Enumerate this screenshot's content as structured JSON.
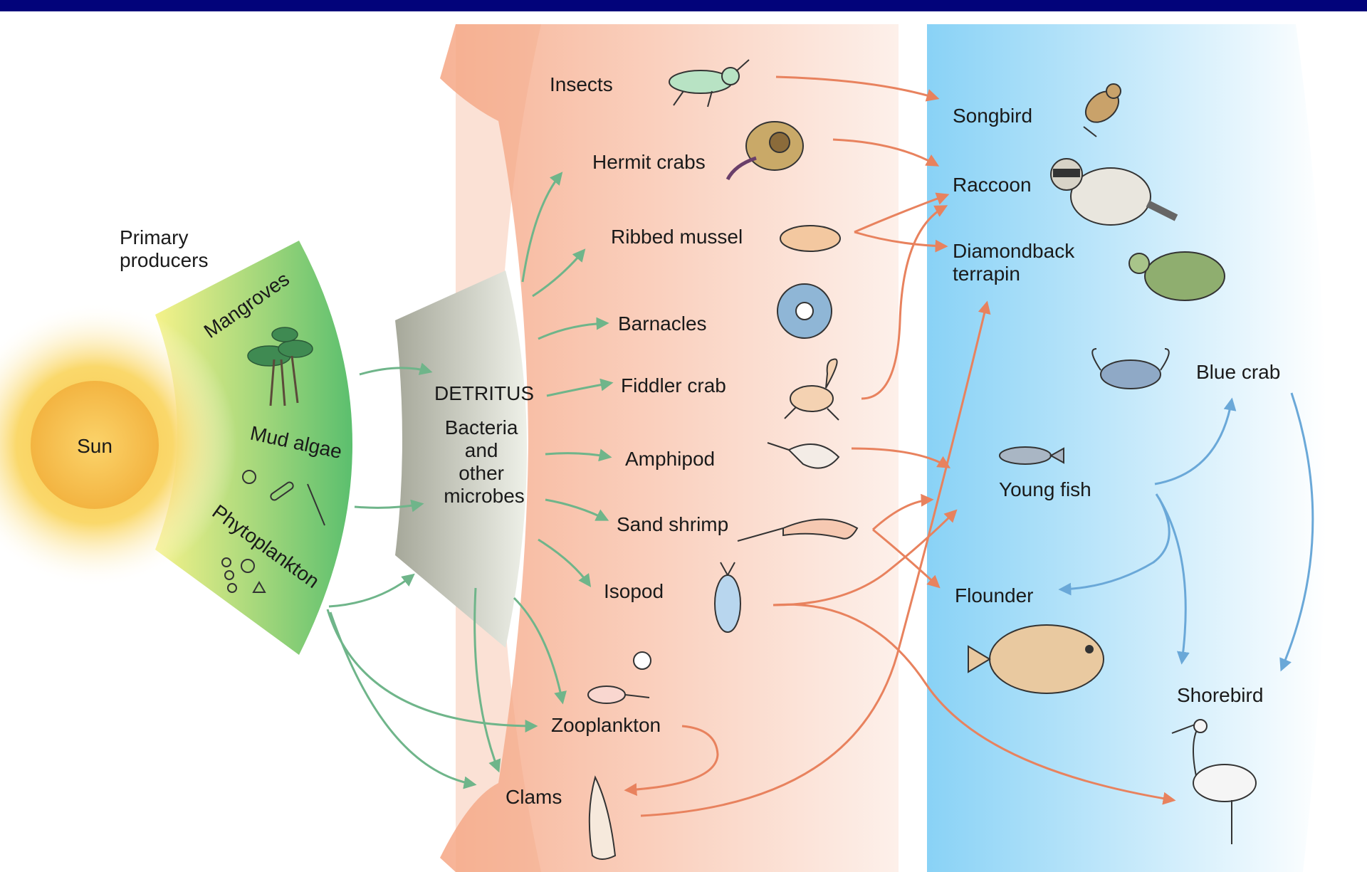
{
  "colors": {
    "top_bar": "#02037a",
    "producer_band": "#7dc77f",
    "detritus_band": "#c8c9bd",
    "consumer_band": "#f7b89a",
    "predator_band": "#8fd3f5",
    "green_arrow": "#6fb58a",
    "orange_arrow": "#e8825e",
    "blue_arrow": "#6aa8d8"
  },
  "labels": {
    "primary_producers": [
      "Primary",
      "producers"
    ],
    "sun": "Sun",
    "mangroves": "Mangroves",
    "mud_algae": "Mud algae",
    "phytoplankton": "Phytoplankton",
    "detritus": "DETRITUS",
    "microbes": [
      "Bacteria",
      "and",
      "other",
      "microbes"
    ],
    "insects": "Insects",
    "hermit_crabs": "Hermit crabs",
    "ribbed_mussel": "Ribbed mussel",
    "barnacles": "Barnacles",
    "fiddler_crab": "Fiddler crab",
    "amphipod": "Amphipod",
    "sand_shrimp": "Sand shrimp",
    "isopod": "Isopod",
    "zooplankton": "Zooplankton",
    "clams": "Clams",
    "songbird": "Songbird",
    "raccoon": "Raccoon",
    "terrapin": [
      "Diamondback",
      "terrapin"
    ],
    "blue_crab": "Blue crab",
    "young_fish": "Young fish",
    "flounder": "Flounder",
    "shorebird": "Shorebird"
  }
}
